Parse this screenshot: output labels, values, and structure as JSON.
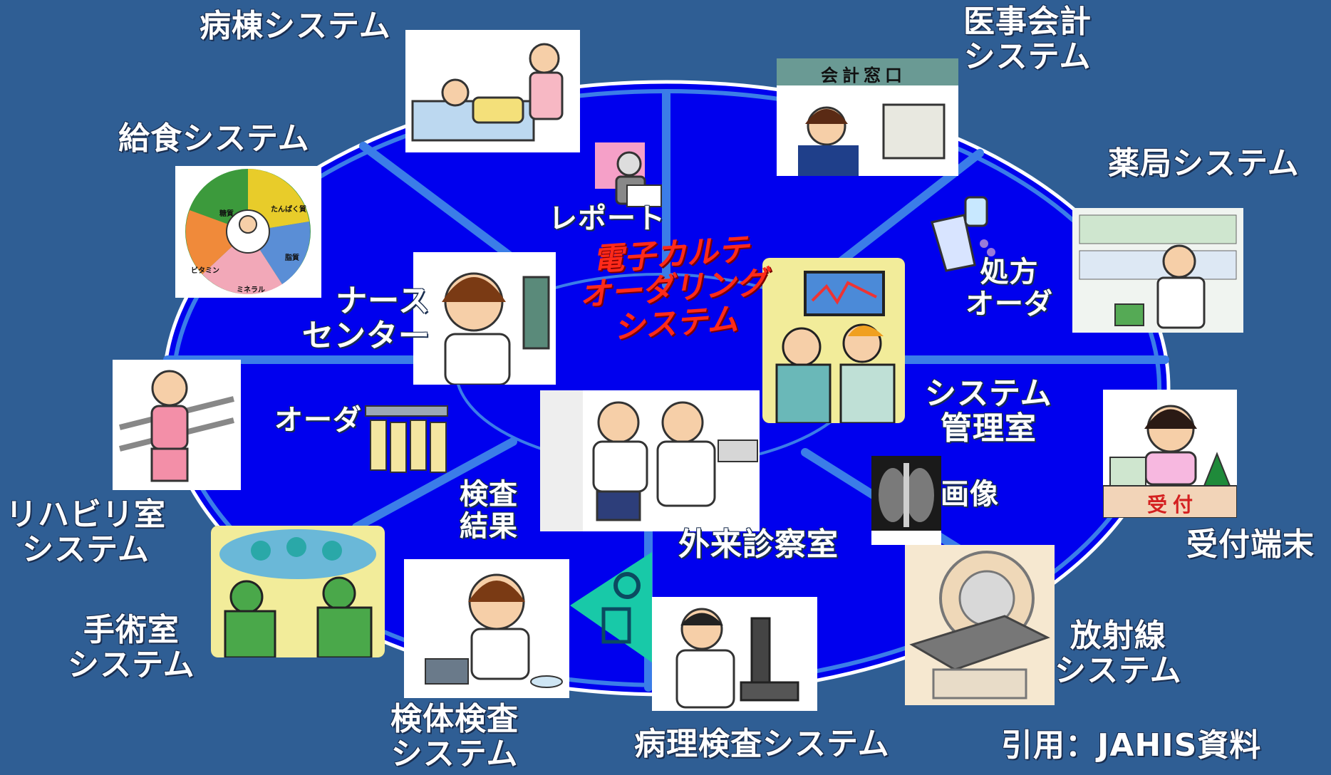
{
  "center": {
    "title_lines": [
      "電子カルテ",
      "オーダリング",
      "システム"
    ]
  },
  "labels": {
    "ward": "病棟システム",
    "billing_line1": "医事会計",
    "billing_line2": "システム",
    "meal": "給食システム",
    "pharmacy": "薬局システム",
    "report": "レポート",
    "prescription_line1": "処方",
    "prescription_line2": "オーダ",
    "nurse_line1": "ナース",
    "nurse_line2": "センター",
    "order": "オーダ",
    "sysadmin_line1": "システム",
    "sysadmin_line2": "管理室",
    "rehab_line1": "リハビリ室",
    "rehab_line2": "システム",
    "exam_result_line1": "検査",
    "exam_result_line2": "結果",
    "image": "画像",
    "outpatient": "外来診察室",
    "reception": "受付端末",
    "surgery_line1": "手術室",
    "surgery_line2": "システム",
    "specimen_line1": "検体検査",
    "specimen_line2": "システム",
    "pathology": "病理検査システム",
    "radiology_line1": "放射線",
    "radiology_line2": "システム",
    "citation": "引用：JAHIS資料"
  },
  "picture_text": {
    "billing_sign": "会計窓口",
    "reception_sign": "受付",
    "meal_wheel": [
      "糖質",
      "たんぱく質",
      "ビタミン",
      "ミネラル",
      "脂質"
    ]
  },
  "colors": {
    "background": "#2f5e94",
    "ellipse_fill": "#0000ee",
    "ellipse_border": "#ffffff",
    "spoke": "#3b7de8",
    "center_title": "#ff2a1a"
  }
}
